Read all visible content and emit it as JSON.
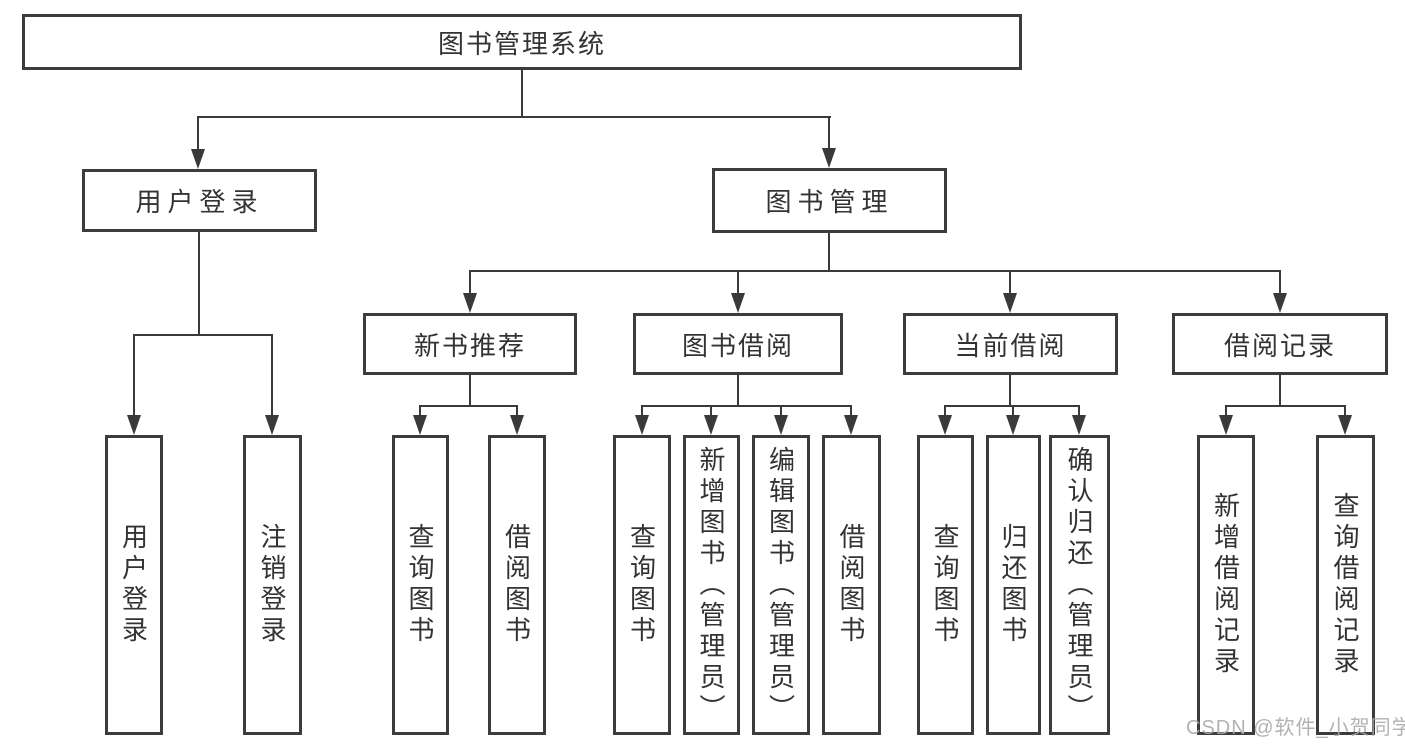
{
  "diagram": {
    "title": "图书管理系统",
    "root": {
      "label": "图书管理系统"
    },
    "level2": [
      {
        "label": "用户登录"
      },
      {
        "label": "图书管理"
      }
    ],
    "level3": [
      {
        "label": "新书推荐",
        "parent": "图书管理"
      },
      {
        "label": "图书借阅",
        "parent": "图书管理"
      },
      {
        "label": "当前借阅",
        "parent": "图书管理"
      },
      {
        "label": "借阅记录",
        "parent": "图书管理"
      }
    ],
    "leaves": [
      {
        "label": "用户登录",
        "parent": "用户登录"
      },
      {
        "label": "注销登录",
        "parent": "用户登录"
      },
      {
        "label": "查询图书",
        "parent": "新书推荐"
      },
      {
        "label": "借阅图书",
        "parent": "新书推荐"
      },
      {
        "label": "查询图书",
        "parent": "图书借阅"
      },
      {
        "label": "新增图书（管理员）",
        "parent": "图书借阅"
      },
      {
        "label": "编辑图书（管理员）",
        "parent": "图书借阅"
      },
      {
        "label": "借阅图书",
        "parent": "图书借阅"
      },
      {
        "label": "查询图书",
        "parent": "当前借阅"
      },
      {
        "label": "归还图书",
        "parent": "当前借阅"
      },
      {
        "label": "确认归还（管理员）",
        "parent": "当前借阅"
      },
      {
        "label": "新增借阅记录",
        "parent": "借阅记录"
      },
      {
        "label": "查询借阅记录",
        "parent": "借阅记录"
      }
    ],
    "colors": {
      "line": "#3a3a3a",
      "box_border": "#3c3c3c",
      "box_background": "#ffffff",
      "text": "#333333",
      "watermark": "#aaaaaa"
    }
  },
  "watermark": {
    "text": "CSDN @软件_小贺同学"
  }
}
